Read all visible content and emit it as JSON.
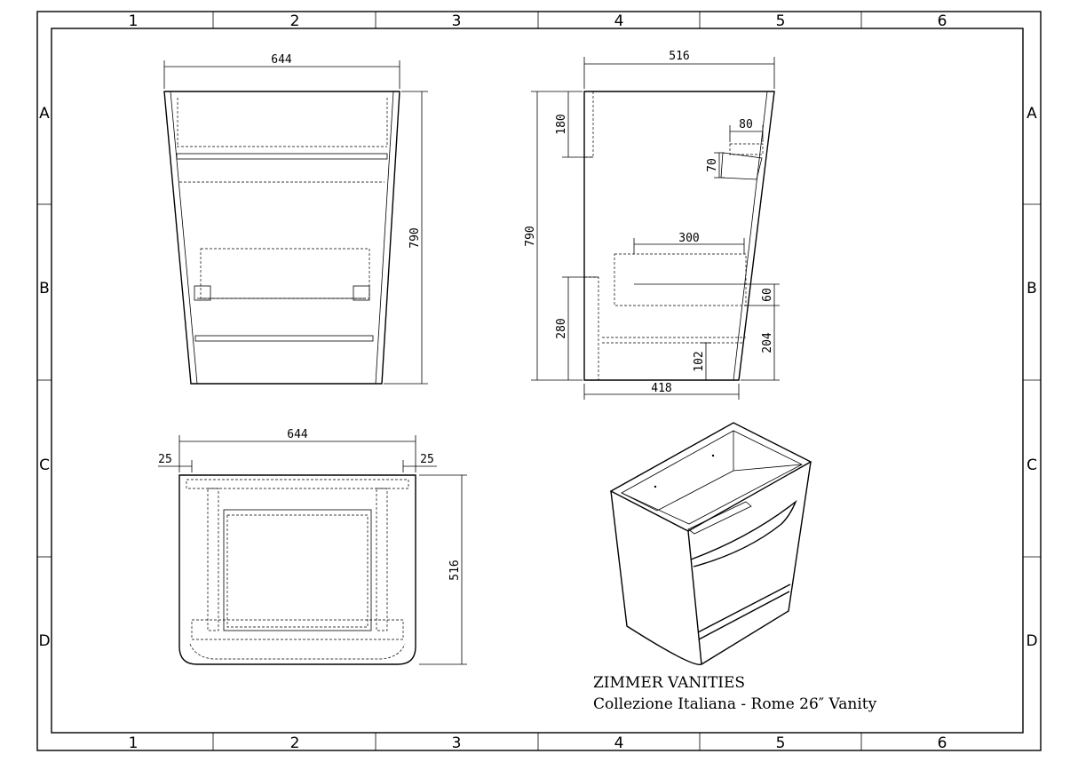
{
  "frame": {
    "columns": [
      "1",
      "2",
      "3",
      "4",
      "5",
      "6"
    ],
    "rows": [
      "A",
      "B",
      "C",
      "D"
    ]
  },
  "front_view": {
    "width_label": "644",
    "height_label": "790"
  },
  "side_view": {
    "depth_label": "516",
    "height_label": "790",
    "top_panel_label": "180",
    "handle_width_label": "80",
    "handle_height_label": "70",
    "drawer_width_label": "300",
    "drawer_gap_label": "60",
    "base_height_label": "280",
    "plinth_label": "204",
    "toe_label": "102",
    "base_depth_label": "418"
  },
  "top_view": {
    "width_label": "644",
    "left_offset_label": "25",
    "right_offset_label": "25",
    "depth_label": "516"
  },
  "title_block": {
    "brand": "ZIMMER VANITIES",
    "product": "Collezione Italiana - Rome 26″ Vanity"
  }
}
